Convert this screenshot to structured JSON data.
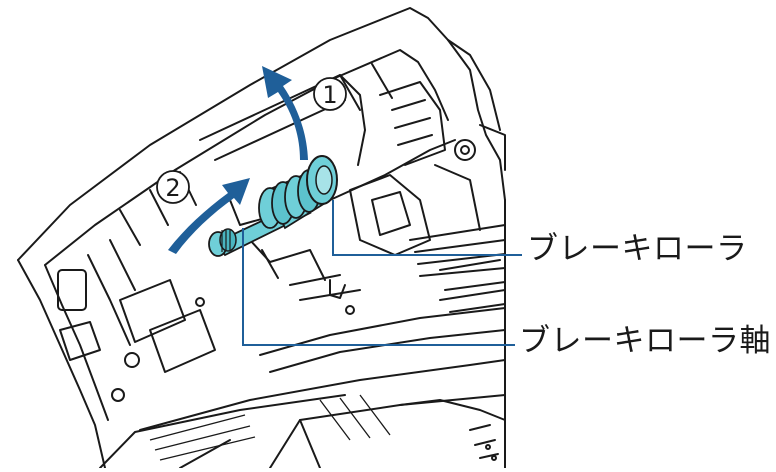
{
  "diagram": {
    "callouts": {
      "brake_roller": "ブレーキローラ",
      "brake_roller_shaft": "ブレーキローラ軸"
    },
    "steps": {
      "step1": "1",
      "step2": "2"
    }
  },
  "colors": {
    "accent_blue": "#1f5f99",
    "roller_cyan": "#6fcfd8",
    "leader_line": "#1f5f99",
    "line_art": "#1a1a1a"
  }
}
